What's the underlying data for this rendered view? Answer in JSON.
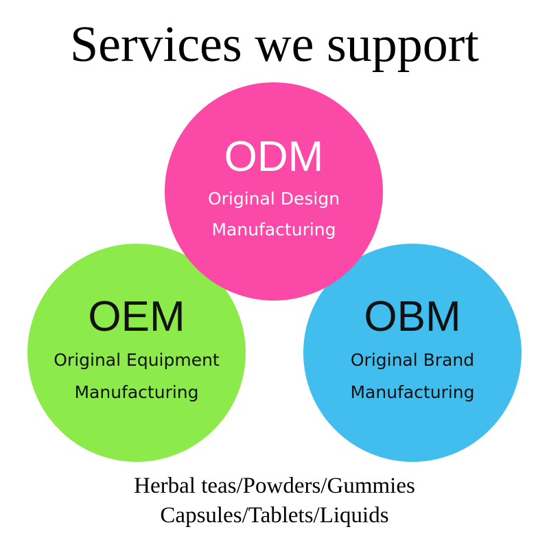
{
  "title": "Services we support",
  "services": {
    "odm": {
      "abbr": "ODM",
      "line1": "Original Design",
      "line2": "Manufacturing",
      "fill": "#fa49a6",
      "text_color": "#ffffff"
    },
    "oem": {
      "abbr": "OEM",
      "line1": "Original Equipment",
      "line2": "Manufacturing",
      "fill": "#8ceb4b",
      "text_color": "#111111"
    },
    "obm": {
      "abbr": "OBM",
      "line1": "Original Brand",
      "line2": "Manufacturing",
      "fill": "#41bdee",
      "text_color": "#111111"
    }
  },
  "products": {
    "line1": "Herbal teas/Powders/Gummies",
    "line2": "Capsules/Tablets/Liquids"
  }
}
